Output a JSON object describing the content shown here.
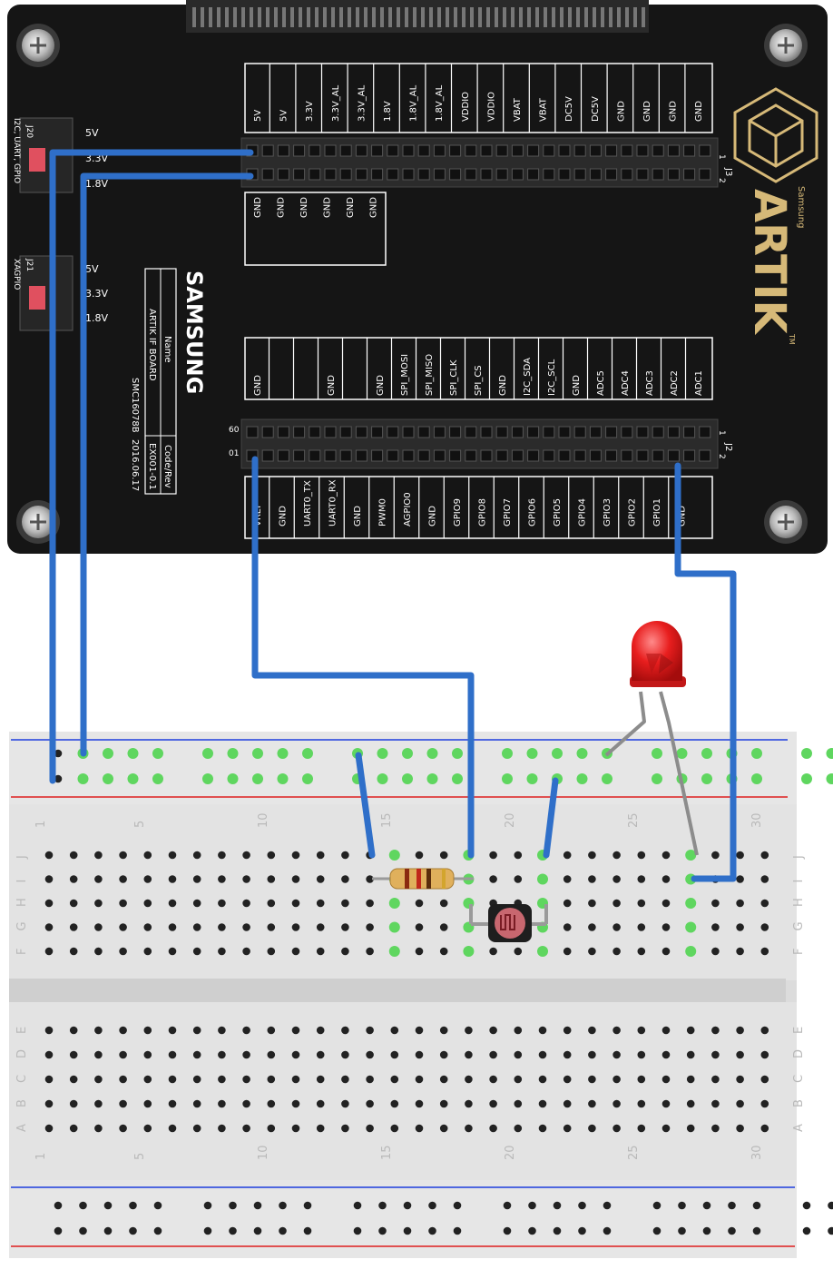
{
  "board": {
    "brand_small": "Samsung",
    "brand_big": "ARTIK",
    "trademark": "TM",
    "maker": "SAMSUNG",
    "name_label": "Name",
    "name_value": "ARTIK IF BOARD",
    "code_label": "Code/Rev",
    "code_value": "EX001-0.1",
    "part_number": "SMC16078B",
    "date": "2016.06.17",
    "j20_label": "J20",
    "j20_func": "I2C, UART, GPIO",
    "j21_label": "J21",
    "j21_func": "XAGPIO",
    "j20_voltages": [
      "5V",
      "3.3V",
      "1.8V"
    ],
    "j21_voltages": [
      "5V",
      "3.3V",
      "1.8V"
    ],
    "j3_name": "J3",
    "j2_name": "J2",
    "j3_pin_markers": [
      "1",
      "2"
    ],
    "j2_pin_markers": [
      "1",
      "2"
    ],
    "j2_end_markers": [
      "60",
      "01"
    ]
  },
  "j3": {
    "top_labels": [
      "5V",
      "5V",
      "3.3V",
      "3.3V_AL",
      "3.3V_AL",
      "1.8V",
      "1.8V_AL",
      "1.8V_AL",
      "VDDIO",
      "VDDIO",
      "VBAT",
      "VBAT",
      "DC5V",
      "DC5V",
      "GND",
      "GND",
      "GND",
      "GND"
    ],
    "bottom_labels": [
      "GND",
      "GND",
      "GND",
      "GND",
      "GND",
      "GND"
    ]
  },
  "j2": {
    "top_labels": [
      "GND",
      "",
      "",
      "GND",
      "",
      "GND",
      "SPI_MOSI",
      "SPI_MISO",
      "SPI_CLK",
      "SPI_CS",
      "GND",
      "I2C_SDA",
      "I2C_SCL",
      "GND",
      "ADC5",
      "ADC4",
      "ADC3",
      "ADC2",
      "ADC1"
    ],
    "bottom_labels": [
      "VREF",
      "GND",
      "UART0_TX",
      "UART0_RX",
      "GND",
      "PWM0",
      "AGPIO0",
      "GND",
      "GPIO9",
      "GPIO8",
      "GPIO7",
      "GPIO6",
      "GPIO5",
      "GPIO4",
      "GPIO3",
      "GPIO2",
      "GPIO1",
      "GND"
    ]
  },
  "breadboard": {
    "column_numbers": [
      "1",
      "5",
      "10",
      "15",
      "20",
      "25",
      "30"
    ],
    "row_letters_top": [
      "J",
      "I",
      "H",
      "G",
      "F"
    ],
    "row_letters_bottom": [
      "E",
      "D",
      "C",
      "B",
      "A"
    ]
  },
  "colors": {
    "pcb": "#141414",
    "wire": "#2f6fc9",
    "led": "#e81e1e",
    "highlight": "#5fd65f",
    "rail_blue": "#1f3fdd",
    "rail_red": "#dd1f1f"
  },
  "components": {
    "resistor": "resistor",
    "photocell": "photocell",
    "led": "red LED"
  }
}
